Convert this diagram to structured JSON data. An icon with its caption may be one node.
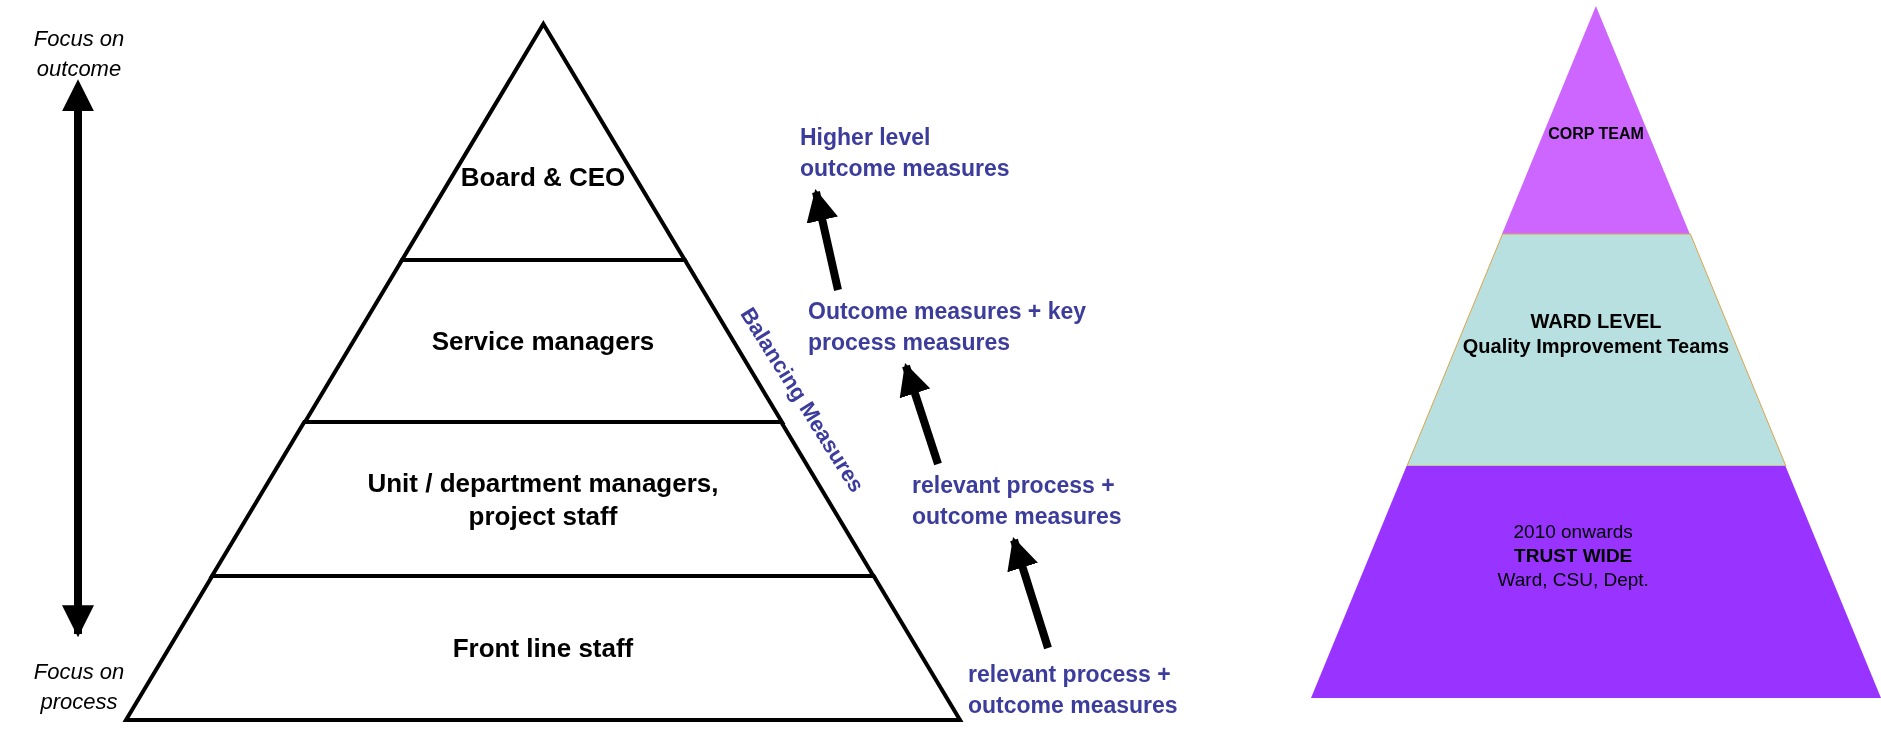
{
  "diagram": {
    "nodes": [
      {
        "text": [
          "Focus on outcome"
        ]
      },
      {
        "text": [
          "Focus on process"
        ]
      },
      {
        "text": [
          "Board & CEO"
        ]
      },
      {
        "text": [
          "Service managers"
        ]
      },
      {
        "text": [
          "Unit / department managers, project staff"
        ]
      },
      {
        "text": [
          "Front line staff"
        ]
      },
      {
        "text": [
          "Higher level outcome measures"
        ]
      },
      {
        "text": [
          "Outcome measures + key process measures"
        ]
      },
      {
        "text": [
          "relevant process + outcome measures"
        ]
      },
      {
        "text": [
          "relevant process + outcome measures"
        ]
      },
      {
        "text": [
          "CORP TEAM"
        ]
      },
      {
        "text": [
          "WARD LEVEL",
          "Quality Improvement Teams"
        ]
      },
      {
        "text": [
          "2010 onwards",
          "TRUST WIDE",
          "Ward, CSU, Dept."
        ]
      }
    ],
    "edges": [
      {
        "from": 0,
        "to": 1,
        "arrow": "both"
      },
      {
        "from": 7,
        "to": 6,
        "arrow": "to"
      },
      {
        "from": 8,
        "to": 7,
        "arrow": "to"
      },
      {
        "from": 9,
        "to": 8,
        "arrow": "to"
      }
    ],
    "labels": [
      "Balancing Measures"
    ]
  }
}
